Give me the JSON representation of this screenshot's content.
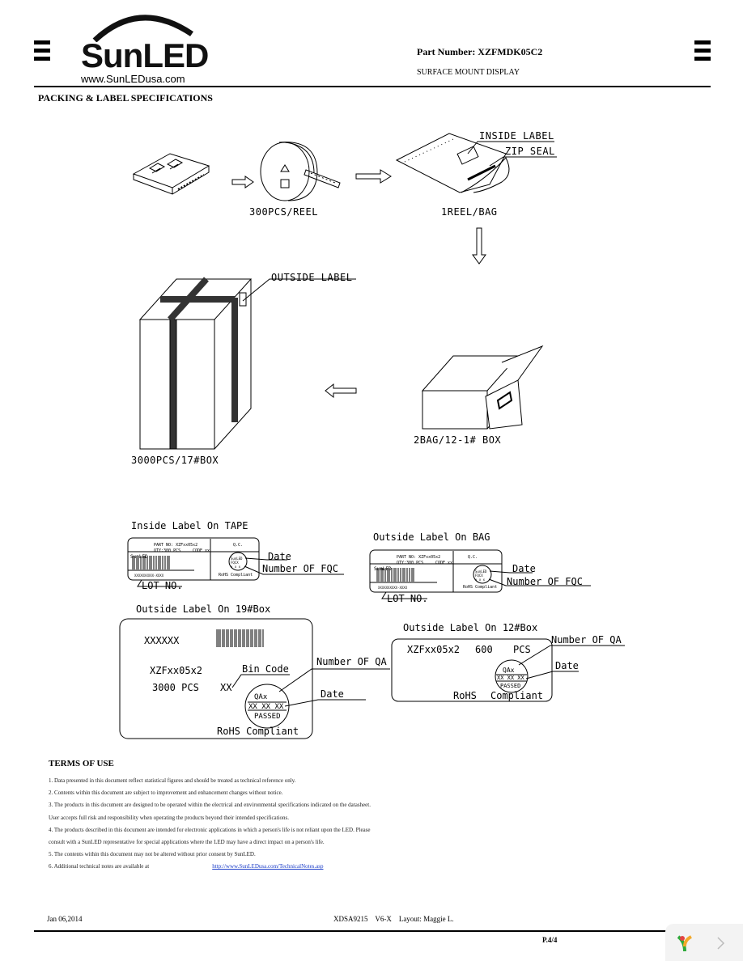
{
  "header": {
    "brand": "SunLED",
    "website": "www.SunLEDusa.com",
    "part_number": "Part Number: XZFMDK05C2",
    "product_type": "SURFACE MOUNT DISPLAY"
  },
  "section_title": "PACKING & LABEL SPECIFICATIONS",
  "diagram": {
    "reel_caption": "300PCS/REEL",
    "bag_caption": "1REEL/BAG",
    "inside_label_callout": "INSIDE LABEL",
    "zip_seal_callout": "ZIP SEAL",
    "outside_label_callout": "OUTSIDE LABEL",
    "small_box_caption": "2BAG/12-1# BOX",
    "big_box_caption": "3000PCS/17#BOX"
  },
  "labels": {
    "tape": {
      "title": "Inside Label On TAPE",
      "part_no": "PART NO: XZFxx05x2",
      "qty": "QTY:300 PCS",
      "code": "CODE xx",
      "qc": "Q.C.",
      "brand": "SunLED",
      "stamp": [
        "SunLED",
        "FQCX",
        "x x x"
      ],
      "rohs": "RoHS Compliant",
      "lot_code": "XXXXXXXXXX-XXXX",
      "date_callout": "Date",
      "fqc_callout": "Number OF FQC",
      "lot_callout": "LOT NO."
    },
    "bag": {
      "title": "Outside Label On BAG",
      "part_no": "PART NO: XZFxx05x2",
      "qty": "QTY:300 PCS",
      "code": "CODE xx",
      "qc": "Q.C.",
      "brand": "SunLED",
      "stamp": [
        "SunLED",
        "FQCX",
        "x x x"
      ],
      "rohs": "RoHS Compliant",
      "lot_code": "XXXXXXXXXX-XXXX",
      "date_callout": "Date",
      "fqc_callout": "Number OF FQC",
      "lot_callout": "LOT NO."
    },
    "box19": {
      "title": "Outside Label On 19#Box",
      "code": "XXXXXX",
      "part": "XZFxx05x2",
      "qty": "3000  PCS",
      "bin": "XX",
      "bin_callout": "Bin Code",
      "qa_callout": "Number OF QA",
      "date_callout": "Date",
      "qa": "QAx",
      "date_value": "XX  XX  XX",
      "passed": "PASSED",
      "rohs": "RoHS Compliant"
    },
    "box12": {
      "title": "Outside Label On 12#Box",
      "part": "XZFxx05x2",
      "qty": "600",
      "pcs": "PCS",
      "qa_callout": "Number OF QA",
      "date_callout": "Date",
      "qa": "QAx",
      "date_value": "XX  XX  XX",
      "passed": "PASSED",
      "rohs": "RoHS",
      "compliant": "Compliant"
    }
  },
  "terms": {
    "title": "TERMS OF USE",
    "items": [
      "1. Data presented in this document reflect statistical figures and should be treated as technical reference only.",
      "2. Contents within this document are subject to improvement and enhancement changes without notice.",
      "3. The products in this document are designed to be operated within the electrical and environmental specifications indicated on the datasheet.",
      "    User accepts full risk and responsibility when operating the products beyond their intended specifications.",
      "4. The products described in this document are intended for electronic applications in which a person's life is not reliant upon the LED. Please",
      "    consult with a SunLED representative for special applications where the LED may have a direct impact on a person's life.",
      "5. The contents within this document may not be altered without prior consent by SunLED.",
      "6. Additional technical notes are available at"
    ],
    "link": "http://www.SunLEDusa.com/TechnicalNotes.asp"
  },
  "footer": {
    "date": "Jan 06,2014",
    "doc_id": "XDSA9215    V6-X    Layout: Maggie L.",
    "page": "P.4/4"
  }
}
